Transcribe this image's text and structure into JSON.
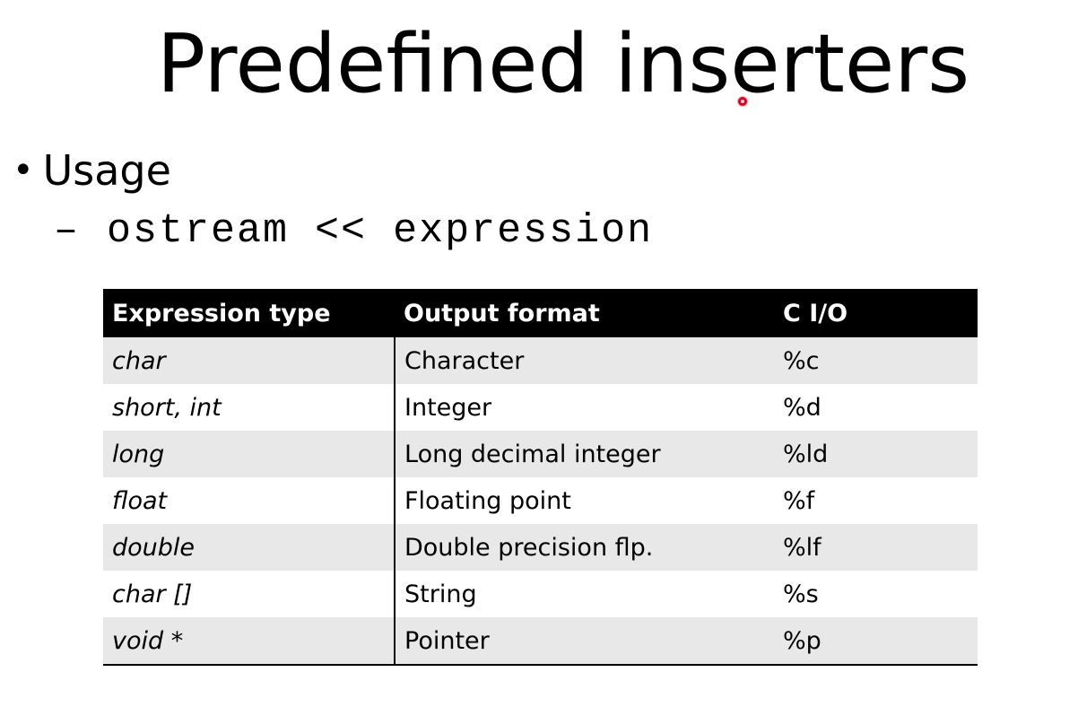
{
  "slide": {
    "title": "Predefined inserters",
    "bullet": {
      "symbol": "•",
      "text": "Usage"
    },
    "sub_bullet": {
      "dash": "–",
      "code": "ostream << expression"
    }
  },
  "table": {
    "headers": [
      "Expression type",
      "Output format",
      "C I/O"
    ],
    "rows": [
      [
        "char",
        "Character",
        "%c"
      ],
      [
        "short, int",
        "Integer",
        "%d"
      ],
      [
        "long",
        "Long decimal integer",
        "%ld"
      ],
      [
        "float",
        "Floating point",
        "%f"
      ],
      [
        "double",
        "Double precision flp.",
        "%lf"
      ],
      [
        "char []",
        "String",
        "%s"
      ],
      [
        "void *",
        "Pointer",
        "%p"
      ]
    ]
  },
  "colors": {
    "header_bg": "#000000",
    "header_fg": "#ffffff",
    "row_stripe": "#e8e8e8",
    "pointer": "#e0001b"
  }
}
